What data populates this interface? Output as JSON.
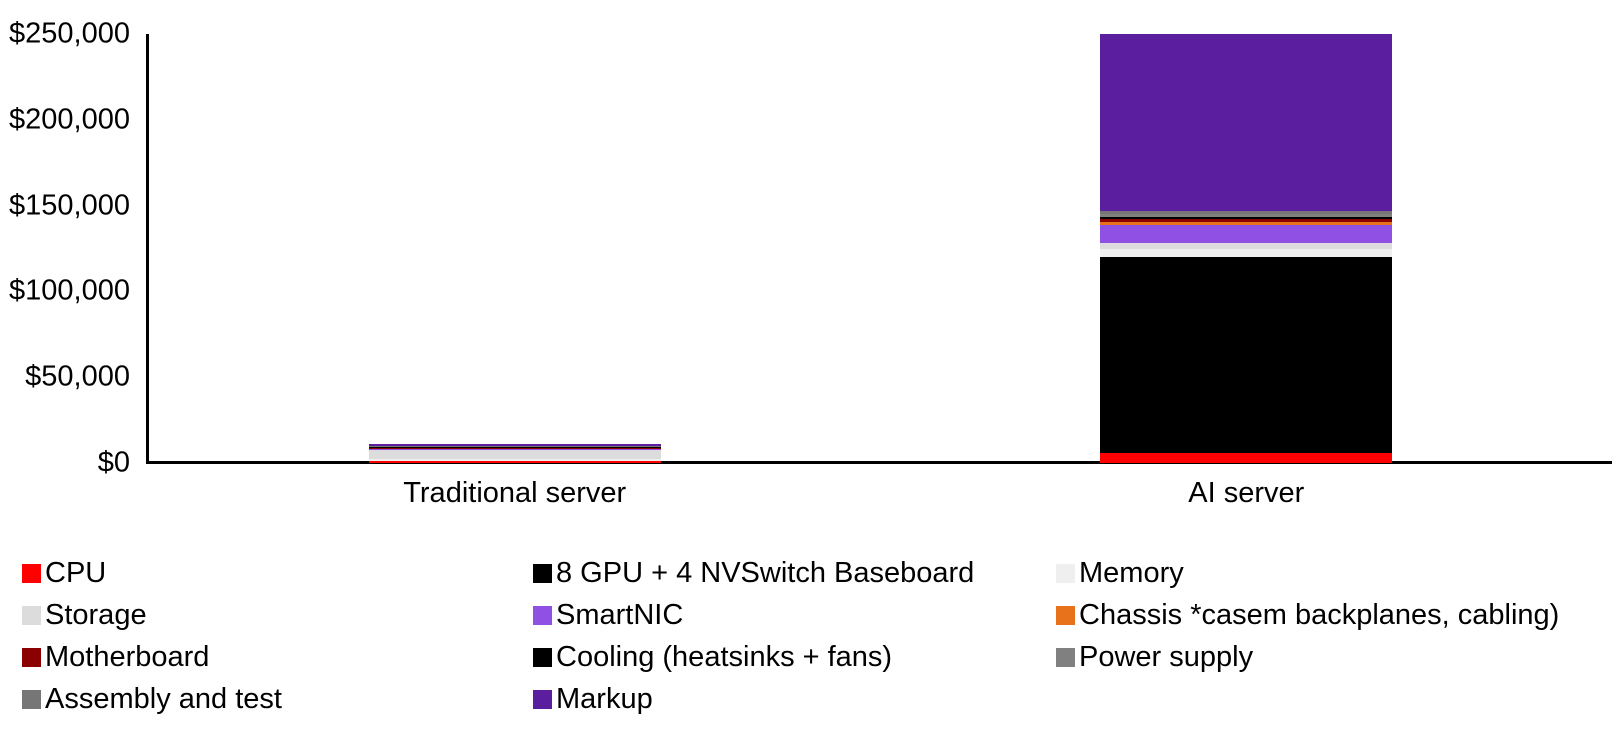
{
  "chart_data": {
    "type": "bar",
    "subtype": "stacked",
    "title": "",
    "xlabel": "",
    "ylabel": "",
    "categories": [
      "Traditional server",
      "AI server"
    ],
    "ylim": [
      0,
      250000
    ],
    "y_tick_values": [
      0,
      50000,
      100000,
      150000,
      200000,
      250000
    ],
    "y_tick_labels": [
      "$0",
      "$50,000",
      "$100,000",
      "$150,000",
      "$200,000",
      "$250,000"
    ],
    "y_axis_prefix": "$",
    "grid": false,
    "legend_position": "bottom",
    "legend_columns": 3,
    "series": [
      {
        "name": "CPU",
        "color": "#FF0000",
        "values": [
          900,
          6000
        ]
      },
      {
        "name": "8 GPU + 4 NVSwitch Baseboard",
        "color": "#000000",
        "values": [
          0,
          114000
        ]
      },
      {
        "name": "Memory",
        "color": "#EFEFEF",
        "values": [
          1200,
          4500
        ]
      },
      {
        "name": "Storage",
        "color": "#DCDCDC",
        "values": [
          5200,
          4000
        ]
      },
      {
        "name": "SmartNIC",
        "color": "#9150E4",
        "values": [
          900,
          10000
        ]
      },
      {
        "name": "Chassis *casem backplanes, cabling)",
        "color": "#E8721C",
        "values": [
          350,
          1700
        ]
      },
      {
        "name": "Motherboard",
        "color": "#8B0000",
        "values": [
          400,
          1800
        ]
      },
      {
        "name": "Cooling (heatsinks + fans)",
        "color": "#000000",
        "values": [
          250,
          1200
        ]
      },
      {
        "name": "Power supply",
        "color": "#808080",
        "values": [
          500,
          2200
        ]
      },
      {
        "name": "Assembly and test",
        "color": "#767676",
        "values": [
          300,
          1600
        ]
      },
      {
        "name": "Markup",
        "color": "#5B1E9E",
        "values": [
          1000,
          103000
        ]
      }
    ],
    "totals": [
      11000,
      250000
    ]
  },
  "legend": {
    "items": [
      {
        "label": "CPU",
        "color": "#FF0000",
        "swatch_name": "legend-swatch-cpu"
      },
      {
        "label": "8 GPU + 4 NVSwitch Baseboard",
        "color": "#000000",
        "swatch_name": "legend-swatch-gpu-baseboard"
      },
      {
        "label": "Memory",
        "color": "#EFEFEF",
        "swatch_name": "legend-swatch-memory"
      },
      {
        "label": "Storage",
        "color": "#DCDCDC",
        "swatch_name": "legend-swatch-storage"
      },
      {
        "label": "SmartNIC",
        "color": "#9150E4",
        "swatch_name": "legend-swatch-smartnic"
      },
      {
        "label": "Chassis *casem backplanes, cabling)",
        "color": "#E8721C",
        "swatch_name": "legend-swatch-chassis"
      },
      {
        "label": "Motherboard",
        "color": "#8B0000",
        "swatch_name": "legend-swatch-motherboard"
      },
      {
        "label": "Cooling (heatsinks + fans)",
        "color": "#000000",
        "swatch_name": "legend-swatch-cooling"
      },
      {
        "label": "Power supply",
        "color": "#808080",
        "swatch_name": "legend-swatch-power-supply"
      },
      {
        "label": "Assembly and test",
        "color": "#767676",
        "swatch_name": "legend-swatch-assembly-test"
      },
      {
        "label": "Markup",
        "color": "#5B1E9E",
        "swatch_name": "legend-swatch-markup"
      }
    ]
  }
}
